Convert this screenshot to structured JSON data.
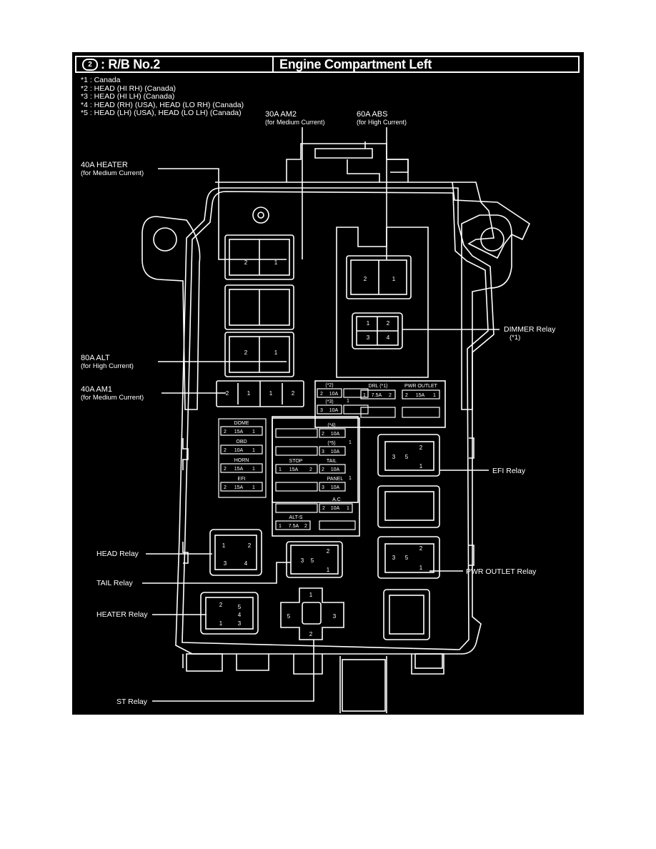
{
  "header": {
    "circle": "2",
    "title_left": ": R/B No.2",
    "title_right": "Engine Compartment Left"
  },
  "notes": [
    "*1 : Canada",
    "*2 : HEAD (HI RH) (Canada)",
    "*3 : HEAD (HI LH) (Canada)",
    "*4 : HEAD (RH) (USA), HEAD (LO RH) (Canada)",
    "*5 : HEAD (LH) (USA), HEAD (LO LH) (Canada)"
  ],
  "callouts": {
    "am2_l1": "30A AM2",
    "am2_l2": "(for Medium Current)",
    "abs_l1": "60A ABS",
    "abs_l2": "(for High Current)",
    "heater_l1": "40A HEATER",
    "heater_l2": "(for Medium Current)",
    "dimmer_l1": "DIMMER Relay",
    "dimmer_l2": "(*1)",
    "alt_l1": "80A ALT",
    "alt_l2": "(for High Current)",
    "am1_l1": "40A AM1",
    "am1_l2": "(for Medium Current)",
    "efi_relay": "EFI Relay",
    "head_relay": "HEAD Relay",
    "pwr_relay": "PWR OUTLET Relay",
    "tail_relay": "TAIL Relay",
    "heater_relay": "HEATER Relay",
    "st_relay": "ST Relay"
  },
  "fuses": {
    "dome": {
      "name": "DOME",
      "pin_a": "2",
      "amp": "15A",
      "pin_b": "1"
    },
    "obd": {
      "name": "OBD",
      "pin_a": "2",
      "amp": "10A",
      "pin_b": "1"
    },
    "horn": {
      "name": "HORN",
      "pin_a": "2",
      "amp": "15A",
      "pin_b": "1"
    },
    "efi": {
      "name": "EFI",
      "pin_a": "2",
      "amp": "15A",
      "pin_b": "1"
    },
    "stop": {
      "name": "STOP",
      "pin_a": "1",
      "amp": "15A",
      "pin_b": "2"
    },
    "alts": {
      "name": "ALT-S",
      "pin_a": "1",
      "amp": "7.5A",
      "pin_b": "2"
    },
    "f2": {
      "name": "(*2)",
      "pin": "2",
      "amp": "10A"
    },
    "f3": {
      "name": "(*3)",
      "pin": "3",
      "amp": "10A"
    },
    "f4": {
      "name": "(*4)",
      "pin": "2",
      "amp": "10A"
    },
    "f5": {
      "name": "(*5)",
      "pin": "3",
      "amp": "10A"
    },
    "tail": {
      "name": "TAIL",
      "pin": "2",
      "amp": "10A"
    },
    "panel": {
      "name": "PANEL",
      "pin": "3",
      "amp": "10A"
    },
    "drl": {
      "name": "DRL (*1)",
      "pin_a": "1",
      "amp": "7.5A",
      "pin_b": "2"
    },
    "pwr": {
      "name": "PWR OUTLET",
      "pin_a": "2",
      "amp": "15A",
      "pin_b": "1"
    },
    "ac": {
      "name": "A.C",
      "pin_a": "2",
      "amp": "10A",
      "pin_b": "1"
    },
    "common_pin": "1"
  },
  "pins": {
    "p1": "1",
    "p2": "2",
    "p3": "3",
    "p4": "4",
    "p5": "5"
  },
  "colors": {
    "background": "#000000",
    "line": "#ffffff",
    "page": "#ffffff"
  }
}
